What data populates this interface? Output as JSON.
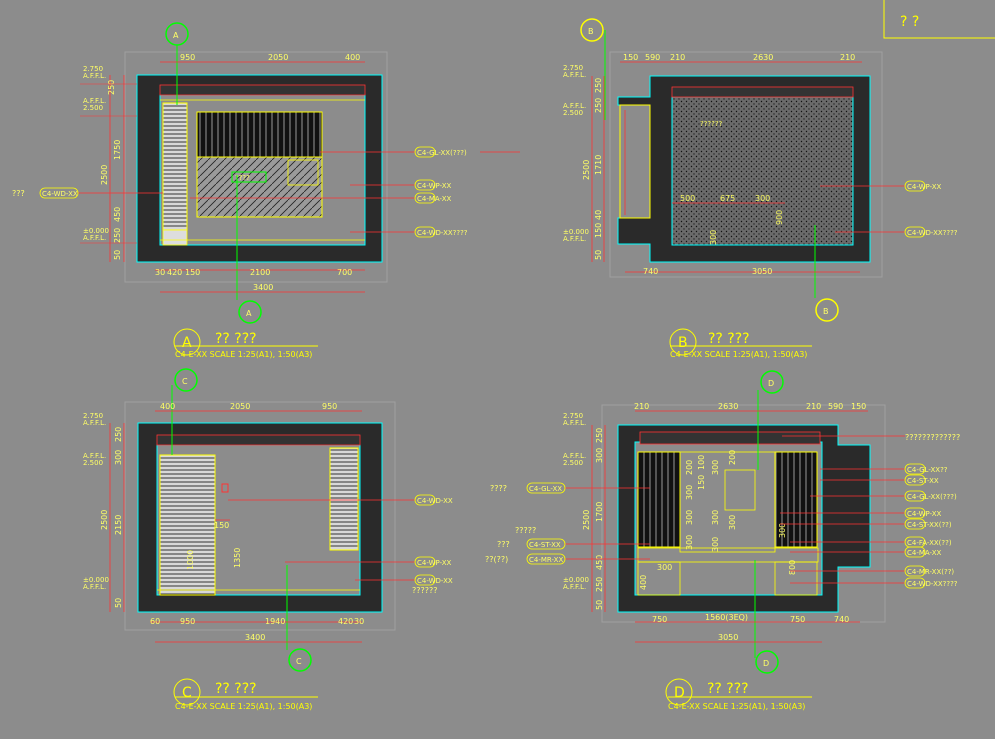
{
  "corner_mark": "? ?",
  "views": {
    "A": {
      "letter": "A",
      "name": "?? ???",
      "scale": "C4-E-XX SCALE 1:25(A1), 1:50(A3)",
      "top_dims": [
        "950",
        "2050",
        "400"
      ],
      "bottom_dims": [
        "30",
        "420",
        "150",
        "2100",
        "700"
      ],
      "total": "3400",
      "left_dims": [
        "250",
        "1750",
        "2500",
        "450",
        "250",
        "50"
      ],
      "levels": [
        "2.750\nA.F.F.L.",
        "A.F.F.L.\n2.500",
        "±0.000\nA.F.F.L."
      ],
      "tags": [
        "C4-GL-XX(???)",
        "C4-WP-XX",
        "C4-MA-XX",
        "C4-WD-XX????"
      ],
      "left_tag": "C4-WD-XX",
      "left_note": "???",
      "inner_text": "????",
      "marker_top": "A",
      "marker_bottom": "A"
    },
    "B": {
      "letter": "B",
      "name": "?? ???",
      "scale": "C4-E-XX SCALE 1:25(A1), 1:50(A3)",
      "top_dims": [
        "150",
        "590",
        "210",
        "2630",
        "210"
      ],
      "bottom_dims": [
        "740",
        "3050"
      ],
      "left_dims": [
        "250",
        "250",
        "1710",
        "2500",
        "40",
        "150",
        "50"
      ],
      "inner_dims": [
        "500",
        "675",
        "300",
        "900",
        "300"
      ],
      "tags": [
        "C4-WP-XX",
        "C4-WD-XX????"
      ],
      "inner_text": "??????",
      "marker_top": "B",
      "marker_bottom": "B"
    },
    "C": {
      "letter": "C",
      "name": "?? ???",
      "scale": "C4-E-XX SCALE 1:25(A1), 1:50(A3)",
      "top_dims": [
        "400",
        "2050",
        "950"
      ],
      "bottom_dims": [
        "60",
        "950",
        "1940",
        "420",
        "30"
      ],
      "total": "3400",
      "left_dims": [
        "250",
        "300",
        "2500",
        "2150",
        "50"
      ],
      "inner_dims": [
        "150",
        "1350",
        "1000"
      ],
      "tags": [
        "C4-WD-XX",
        "C4-WP-XX",
        "C4-WD-XX"
      ],
      "bottom_note": "??????",
      "marker_top": "C",
      "marker_bottom": "C"
    },
    "D": {
      "letter": "D",
      "name": "?? ???",
      "scale": "C4-E-XX SCALE 1:25(A1), 1:50(A3)",
      "top_dims": [
        "210",
        "2630",
        "210",
        "590",
        "150"
      ],
      "bottom_dims": [
        "750",
        "1560(3EQ)",
        "750",
        "740"
      ],
      "total": "3050",
      "left_dims": [
        "250",
        "300",
        "1700",
        "2500",
        "450",
        "250",
        "50"
      ],
      "inner_dims": [
        "200",
        "300",
        "300",
        "300",
        "100",
        "150",
        "300",
        "300",
        "300",
        "300",
        "200",
        "300",
        "400",
        "300",
        "800"
      ],
      "tags": [
        "C4-GL-XX??",
        "C4-ST-XX",
        "C4-GL-XX(???)",
        "C4-WP-XX",
        "C4-ST-XX(??)",
        "C4-FA-XX(??)",
        "C4-MA-XX",
        "C4-MR-XX(??)",
        "C4-WD-XX????"
      ],
      "left_tags": [
        "C4-GL-XX",
        "C4-ST-XX",
        "C4-MR-XX"
      ],
      "left_notes": [
        "????",
        "?????",
        "???",
        "??(??)"
      ],
      "top_note": "?????????????",
      "marker_top": "D",
      "marker_bottom": "D"
    }
  }
}
